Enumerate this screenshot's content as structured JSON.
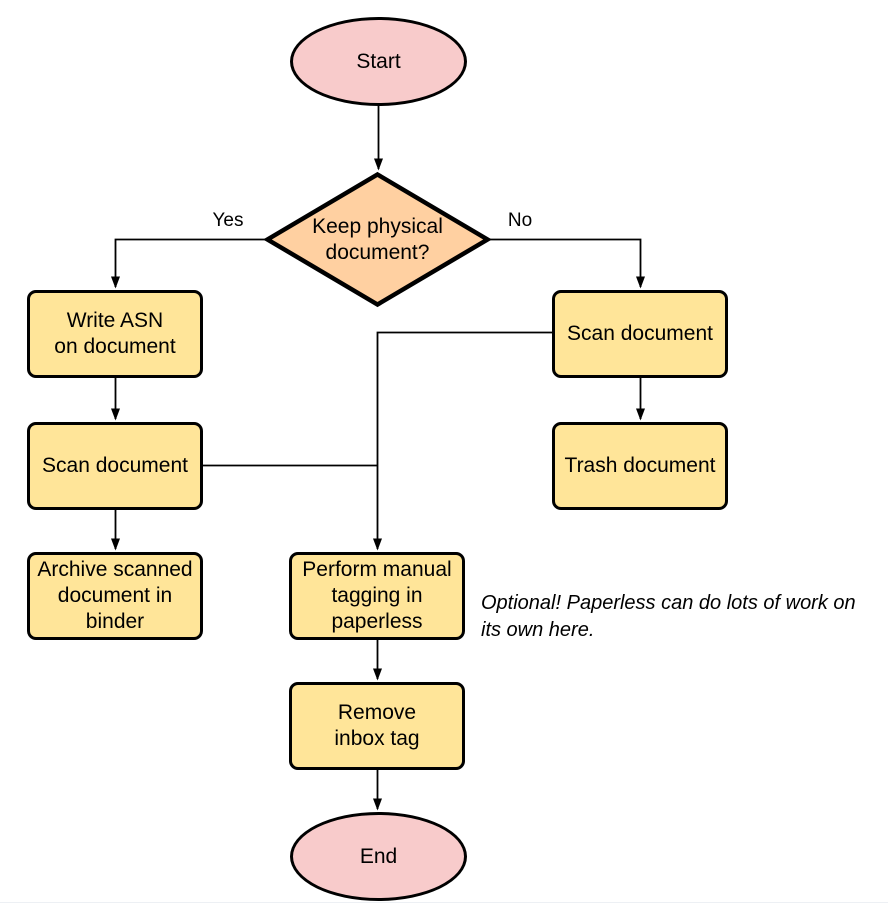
{
  "nodes": {
    "start": {
      "label": "Start",
      "shape": "ellipse"
    },
    "decision": {
      "label": "Keep physical\ndocument?",
      "shape": "diamond"
    },
    "write_asn": {
      "label": "Write ASN\non document",
      "shape": "rect"
    },
    "scan_document_left": {
      "label": "Scan document",
      "shape": "rect"
    },
    "archive_binder": {
      "label": "Archive scanned\ndocument in\nbinder",
      "shape": "rect"
    },
    "scan_document_right": {
      "label": "Scan document",
      "shape": "rect"
    },
    "trash_document": {
      "label": "Trash document",
      "shape": "rect"
    },
    "manual_tagging": {
      "label": "Perform manual\ntagging in\npaperless",
      "shape": "rect"
    },
    "remove_inbox_tag": {
      "label": "Remove\ninbox tag",
      "shape": "rect"
    },
    "end": {
      "label": "End",
      "shape": "ellipse"
    }
  },
  "edge_labels": {
    "yes": "Yes",
    "no": "No"
  },
  "annotation": {
    "text": "Optional! Paperless can do lots of work on\nits own here."
  },
  "colors": {
    "terminal_fill": "#F8CBCB",
    "process_fill": "#FFE599",
    "decision_fill": "#FFD0A1",
    "stroke": "#000000"
  }
}
